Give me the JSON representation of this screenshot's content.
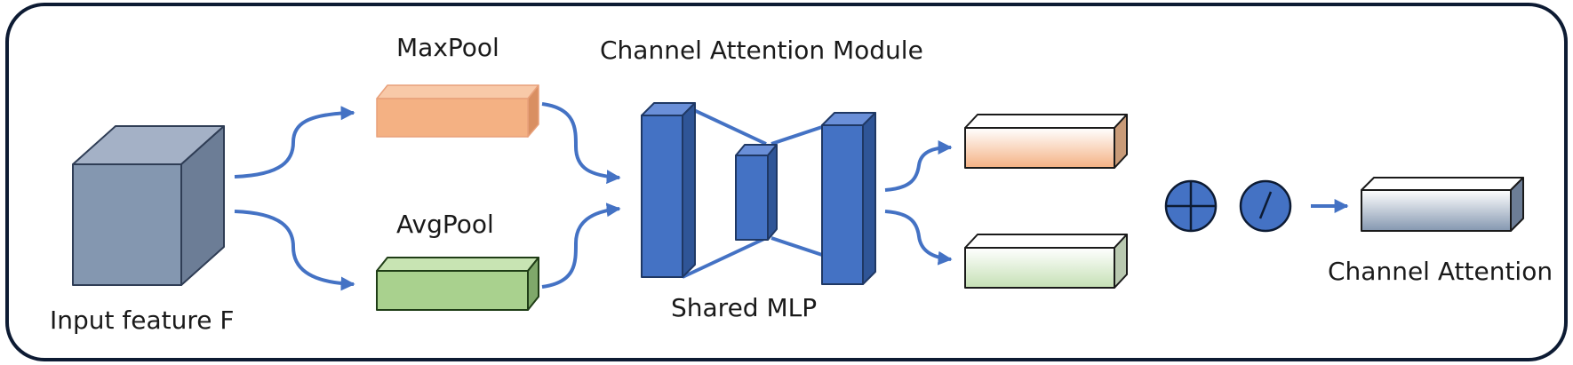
{
  "title": "Channel Attention Module",
  "labels": {
    "input": "Input feature F",
    "maxpool": "MaxPool",
    "avgpool": "AvgPool",
    "mlp": "Shared MLP",
    "output": "Channel Attention"
  },
  "operators": {
    "add_icon": "circle-plus-icon",
    "divide_icon": "slash-divide-icon"
  },
  "colors": {
    "border": "#0d1b33",
    "arrow": "#4472c4",
    "mlp_block": "#4472c4",
    "input_cube": "#8497b0",
    "maxpool": "#f4b183",
    "avgpool": "#a9d18e",
    "output": "#8497b0"
  }
}
